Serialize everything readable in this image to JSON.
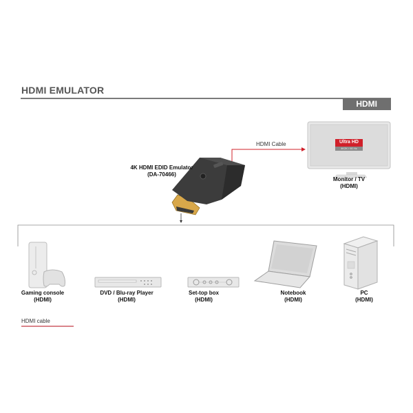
{
  "header": {
    "title": "HDMI EMULATOR",
    "badge": "HDMI"
  },
  "emulator": {
    "name": "4K HDMI EDID Emulator",
    "model": "(DA-70466)"
  },
  "cable_label": "HDMI Cable",
  "monitor": {
    "screen_badge": "Ultra HD",
    "screen_sub": "4K2K / 60 Hz",
    "label": "Monitor / TV",
    "interface": "(HDMI)"
  },
  "sources": [
    {
      "label": "Gaming console",
      "interface": "(HDMI)",
      "icon": "gaming-console-icon"
    },
    {
      "label": "DVD / Blu-ray Player",
      "interface": "(HDMI)",
      "icon": "dvd-player-icon"
    },
    {
      "label": "Set-top box",
      "interface": "(HDMI)",
      "icon": "set-top-box-icon"
    },
    {
      "label": "Notebook",
      "interface": "(HDMI)",
      "icon": "notebook-icon"
    },
    {
      "label": "PC",
      "interface": "(HDMI)",
      "icon": "pc-tower-icon"
    }
  ],
  "legend": {
    "label": "HDMI cable",
    "color": "#d9848a"
  },
  "colors": {
    "accent_red": "#d0202a",
    "badge_gray": "#6f6f6f"
  }
}
